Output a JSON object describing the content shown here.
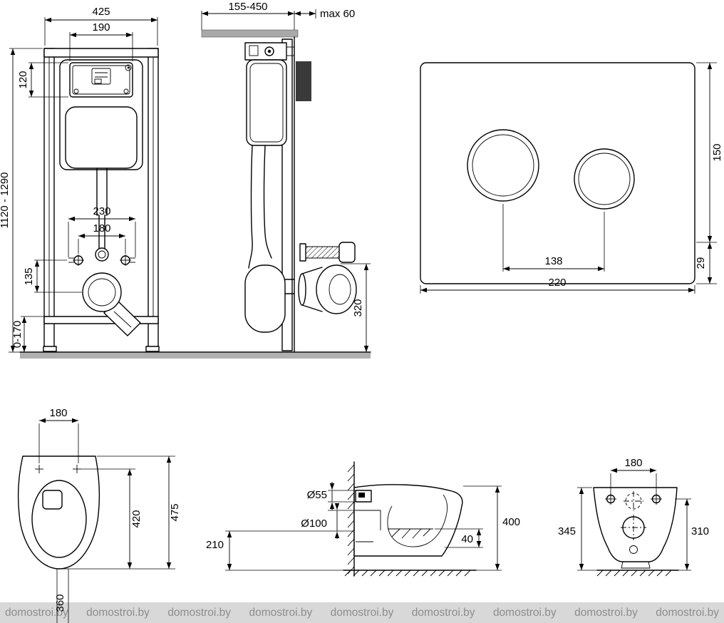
{
  "colors": {
    "line": "#000000",
    "wall_gray": "#a9a9a9",
    "bracket_dark": "#3a3a3a",
    "floor_gray": "#b0b0b0",
    "watermark_band": "#d8d8d8",
    "watermark_text": "#8d8d8d"
  },
  "frame_front": {
    "dim_width_overall": "425",
    "dim_width_tank": "190",
    "dim_panel_height": "120",
    "dim_height_range": "1120 - 1290",
    "dim_bolt_outer": "230",
    "dim_bolt_inner": "180",
    "dim_drain_drop": "135",
    "dim_leg_range": "0-170"
  },
  "frame_side": {
    "dim_depth_range": "155-450",
    "dim_max_offset": "max 60",
    "dim_outlet_height": "320"
  },
  "flush_plate": {
    "dim_height": "150",
    "dim_bottom_offset": "29",
    "dim_button_spacing": "138",
    "dim_width": "220"
  },
  "bowl_top": {
    "dim_bolt_spacing": "180",
    "dim_depth_inner": "420",
    "dim_depth_overall": "475",
    "dim_width": "360"
  },
  "bowl_side": {
    "dim_inlet_dia": "Ø55",
    "dim_outlet_dia": "Ø100",
    "dim_outlet_height": "210",
    "dim_water_drop": "40",
    "dim_height_overall": "400"
  },
  "bowl_back": {
    "dim_bolt_spacing": "180",
    "dim_height_left": "345",
    "dim_height_right": "310"
  },
  "watermark": {
    "text": "domostroi.by"
  }
}
